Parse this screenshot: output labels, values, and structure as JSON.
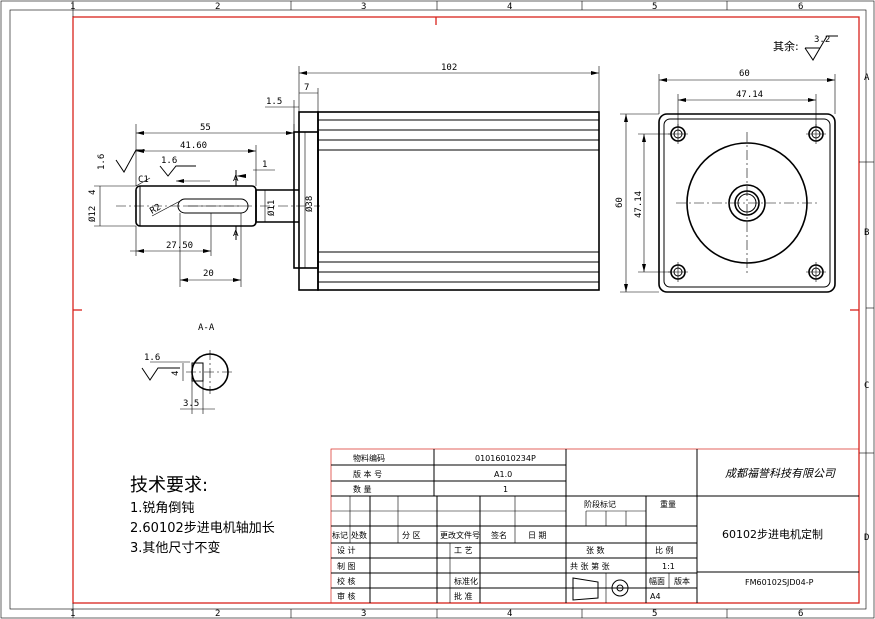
{
  "border": {
    "col_labels": [
      "1",
      "2",
      "3",
      "4",
      "5",
      "6"
    ],
    "row_labels": [
      "A",
      "B",
      "C",
      "D"
    ]
  },
  "roughness": {
    "label": "其余:",
    "value": "3.2"
  },
  "side_view": {
    "dims": {
      "d55": "55",
      "d4160": "41.60",
      "d16a": "1.6",
      "d16b": "1.6",
      "c1": "C1",
      "a_mark1": "A",
      "a_mark2": "A",
      "d1": "1",
      "r2": "R2",
      "d12": "Ø12",
      "d4": "4",
      "d11": "Ø11",
      "d2750": "27.50",
      "d20": "20",
      "d102": "102",
      "d7": "7",
      "d15": "1.5",
      "d38": "Ø38"
    }
  },
  "front_view": {
    "dims": {
      "w60": "60",
      "w4714": "47.14",
      "h60": "60",
      "h4714": "47.14"
    }
  },
  "section": {
    "title": "A-A",
    "dims": {
      "d16": "1.6",
      "d4": "4",
      "d35": "3.5"
    }
  },
  "tech_req": {
    "title": "技术要求:",
    "items": [
      "1.锐角倒钝",
      "2.60102步进电机轴加长",
      "3.其他尺寸不变"
    ]
  },
  "title_block": {
    "material_label": "物料编码",
    "material_value": "01016010234P",
    "version_label": "版 本 号",
    "version_value": "A1.0",
    "qty_label": "数    量",
    "qty_value": "1",
    "company": "成都福誉科技有限公司",
    "product": "60102步进电机定制",
    "drawing_no": "FM60102SJD04-P",
    "rev_headers": [
      "标记",
      "处数",
      "分  区",
      "更改文件号",
      "签名",
      "日  期"
    ],
    "sign_labels": [
      "设  计",
      "制  图",
      "校  核",
      "审  核"
    ],
    "mid_labels": [
      "工  艺",
      "标准化",
      "批  准"
    ],
    "stage_label": "阶段标记",
    "weight_label": "重量",
    "sheets_label": "张    数",
    "scale_label": "比  例",
    "total_label": "共 张 第 张",
    "scale_value": "1:1",
    "format_label": "幅面",
    "format_value": "A4",
    "rev_label": "版本"
  }
}
